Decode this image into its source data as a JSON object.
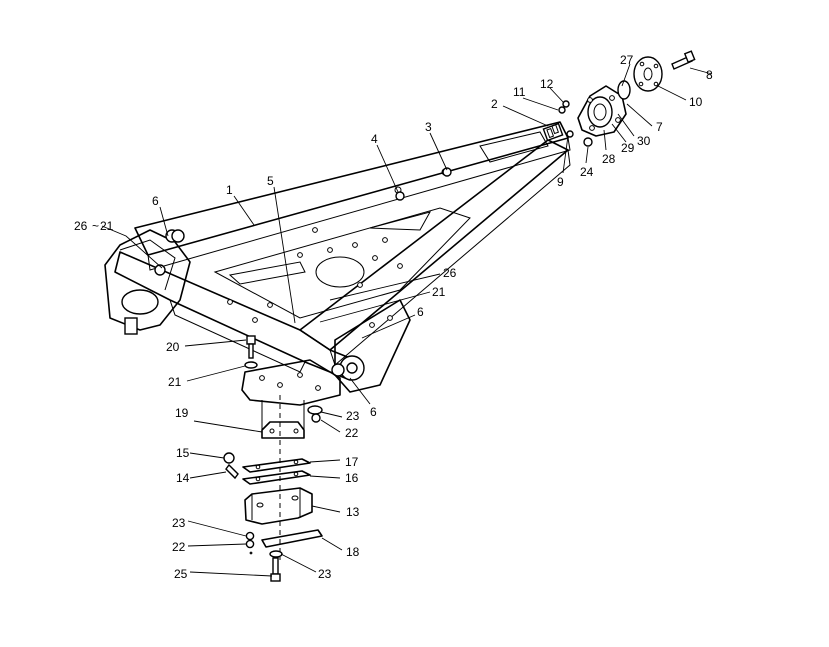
{
  "callouts": [
    {
      "id": "c1",
      "text": "1"
    },
    {
      "id": "c2",
      "text": "2"
    },
    {
      "id": "c3",
      "text": "3"
    },
    {
      "id": "c4",
      "text": "4"
    },
    {
      "id": "c5",
      "text": "5"
    },
    {
      "id": "c6a",
      "text": "6"
    },
    {
      "id": "c6b",
      "text": "6"
    },
    {
      "id": "c6c",
      "text": "6"
    },
    {
      "id": "c7",
      "text": "7"
    },
    {
      "id": "c8",
      "text": "8"
    },
    {
      "id": "c9",
      "text": "9"
    },
    {
      "id": "c10",
      "text": "10"
    },
    {
      "id": "c11",
      "text": "11"
    },
    {
      "id": "c12",
      "text": "12"
    },
    {
      "id": "c13",
      "text": "13"
    },
    {
      "id": "c14",
      "text": "14"
    },
    {
      "id": "c15",
      "text": "15"
    },
    {
      "id": "c16",
      "text": "16"
    },
    {
      "id": "c17",
      "text": "17"
    },
    {
      "id": "c18",
      "text": "18"
    },
    {
      "id": "c19",
      "text": "19"
    },
    {
      "id": "c20",
      "text": "20"
    },
    {
      "id": "c21a",
      "text": "21"
    },
    {
      "id": "c21b",
      "text": "21"
    },
    {
      "id": "c21c",
      "text": "21"
    },
    {
      "id": "c22a",
      "text": "22"
    },
    {
      "id": "c22b",
      "text": "22"
    },
    {
      "id": "c23a",
      "text": "23"
    },
    {
      "id": "c23b",
      "text": "23"
    },
    {
      "id": "c23c",
      "text": "23"
    },
    {
      "id": "c24",
      "text": "24"
    },
    {
      "id": "c25",
      "text": "25"
    },
    {
      "id": "c26a",
      "text": "26"
    },
    {
      "id": "c26b",
      "text": "26"
    },
    {
      "id": "c27",
      "text": "27"
    },
    {
      "id": "c28",
      "text": "28"
    },
    {
      "id": "c29",
      "text": "29"
    },
    {
      "id": "c30",
      "text": "30"
    }
  ]
}
